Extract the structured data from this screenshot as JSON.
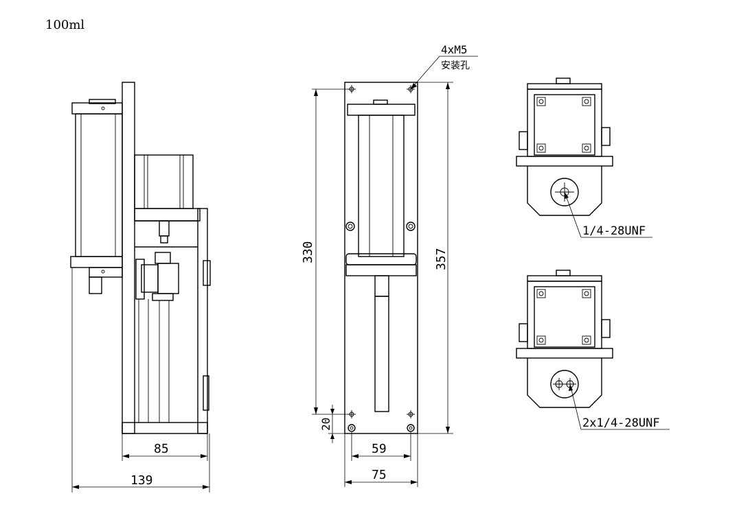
{
  "title": "100ml",
  "dimensions": {
    "width_side": "85",
    "overall_width": "139",
    "height_holes": "330",
    "overall_height": "357",
    "bottom_offset": "20",
    "hole_spacing": "59",
    "plate_width": "75"
  },
  "callouts": {
    "mount_holes": "4xM5",
    "mount_holes_cn": "安装孔",
    "port_single": "1/4-28UNF",
    "port_double": "2x1/4-28UNF"
  }
}
